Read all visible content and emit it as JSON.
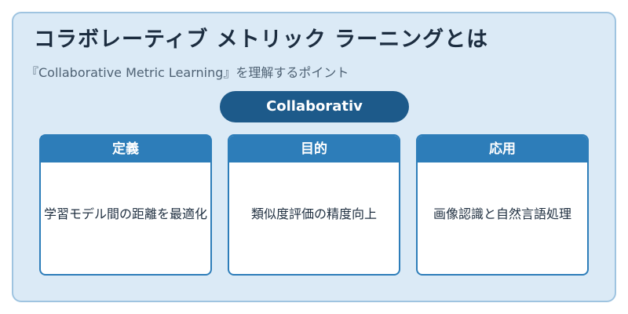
{
  "title": "コラボレーティブ メトリック ラーニングとは",
  "subtitle": "『Collaborative Metric Learning』を理解するポイント",
  "center_pill": "Collaborativ",
  "cards": [
    {
      "header": "定義",
      "body": "学習モデル間の距離を最適化"
    },
    {
      "header": "目的",
      "body": "類似度評価の精度向上"
    },
    {
      "header": "応用",
      "body": "画像認識と自然言語処理"
    }
  ]
}
